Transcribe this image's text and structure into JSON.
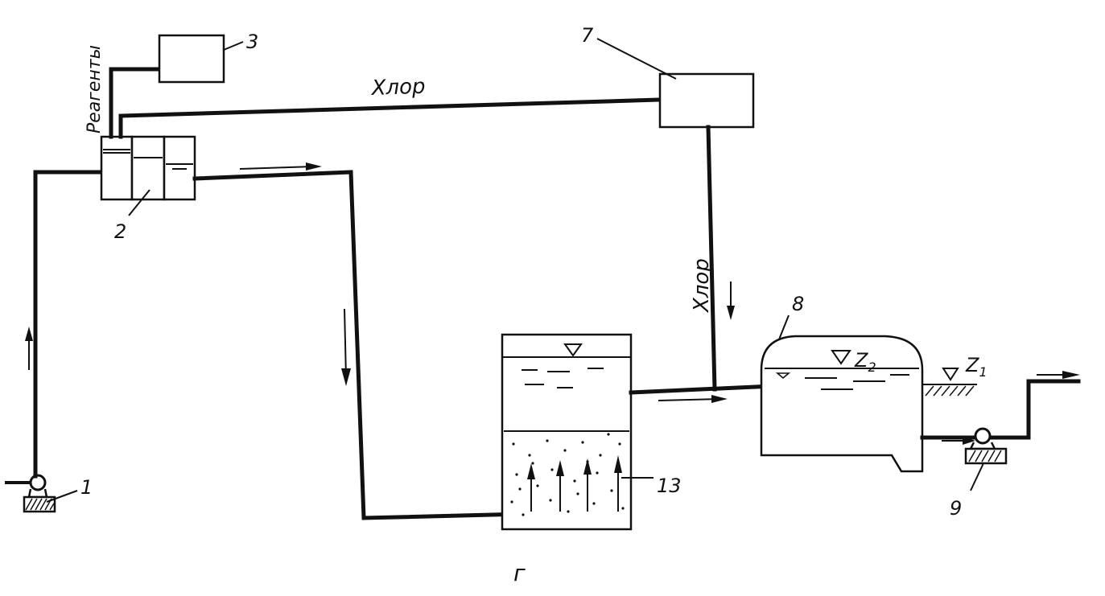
{
  "labels": {
    "reagents": "Реагенты",
    "chlorine_top": "Хлор",
    "chlorine_vertical": "Хлор",
    "num_1": "1",
    "num_2": "2",
    "num_3": "3",
    "num_7": "7",
    "num_8": "8",
    "num_9": "9",
    "num_13": "13",
    "z1": "Z",
    "z1_sub": "1",
    "z2": "Z",
    "z2_sub": "2",
    "caption": "г"
  }
}
